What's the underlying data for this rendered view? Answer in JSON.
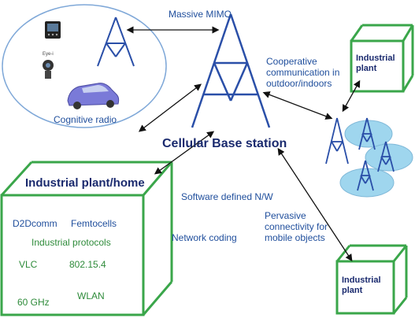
{
  "labels": {
    "massive_mimo": "Massive MIMO",
    "cognitive_radio": "Cognitive radio",
    "cooperative": [
      "Cooperative",
      "communication in",
      "outdoor/indoors"
    ],
    "cellular_bs": "Cellular Base station",
    "industrial_plant_top": [
      "Industrial",
      "plant"
    ],
    "industrial_plant_home": "Industrial plant/home",
    "software_defined": "Software defined N/W",
    "network_coding": "Network coding",
    "pervasive": [
      "Pervasive",
      "connectivity for",
      "mobile objects"
    ],
    "industrial_plant_bottom": [
      "Industrial",
      "plant"
    ],
    "d2d": "D2Dcomm",
    "femtocells": "Femtocells",
    "industrial_protocols": "Industrial protocols",
    "vlc": "VLC",
    "ieee": "802.15.4",
    "ghz": "60 GHz",
    "wlan": "WLAN",
    "eye_device": "Eye-i"
  },
  "colors": {
    "tower_blue": "#2a4fa8",
    "cube_green": "#3aa64a",
    "ellipse_outline": "#7fa8d8",
    "cell_fill": "#9fd6ee",
    "arrow": "#111111"
  }
}
